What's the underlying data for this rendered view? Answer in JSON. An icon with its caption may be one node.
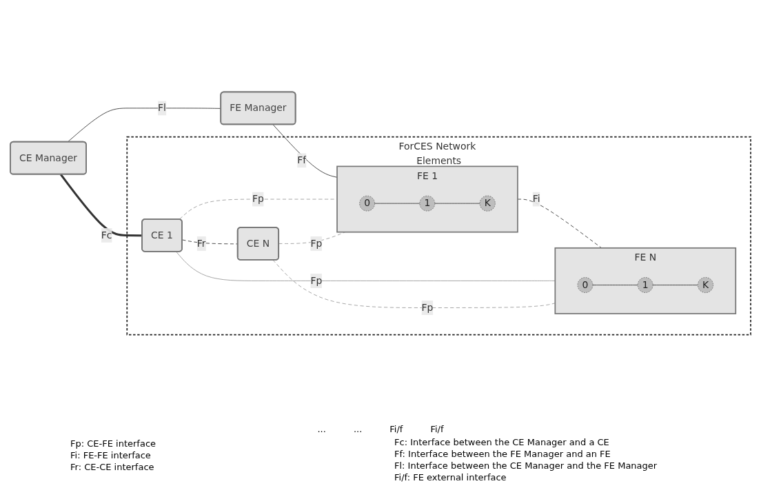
{
  "diagram": {
    "nodes": [
      {
        "text": [
          "ForCES Network Elements"
        ]
      },
      {
        "text": [
          "CE Manager"
        ]
      },
      {
        "text": [
          "FE Manager"
        ]
      },
      {
        "text": [
          "CE 1"
        ],
        "in": 0
      },
      {
        "text": [
          "CE N"
        ],
        "in": 0
      },
      {
        "text": [
          "FE 1"
        ],
        "in": 0
      },
      {
        "text": [
          "FE N"
        ],
        "in": 0
      },
      {
        "text": [
          "0"
        ],
        "in": 5
      },
      {
        "text": [
          "1"
        ],
        "in": 5
      },
      {
        "text": [
          "K"
        ],
        "in": 5
      },
      {
        "text": [
          "0"
        ],
        "in": 6
      },
      {
        "text": [
          "1"
        ],
        "in": 6
      },
      {
        "text": [
          "K"
        ],
        "in": 6
      }
    ],
    "edges": [
      {
        "from": 1,
        "to": 3,
        "arrow": "none",
        "label": "Fc",
        "style": "thick"
      },
      {
        "from": 1,
        "to": 2,
        "arrow": "none",
        "label": "Fl"
      },
      {
        "from": 2,
        "to": 5,
        "arrow": "none",
        "label": "Ff"
      },
      {
        "from": 3,
        "to": 4,
        "arrow": "none",
        "label": "Fr",
        "style": "dashed"
      },
      {
        "from": 5,
        "to": 6,
        "arrow": "none",
        "label": "Fi",
        "style": "dashed"
      },
      {
        "from": 3,
        "to": 5,
        "arrow": "none",
        "label": "Fp",
        "style": "dashed",
        "color": "#999999"
      },
      {
        "from": 3,
        "to": 6,
        "arrow": "none",
        "label": "Fp",
        "color": "#999999"
      },
      {
        "from": 4,
        "to": 5,
        "arrow": "none",
        "label": "Fp",
        "style": "dashed",
        "color": "#999999"
      },
      {
        "from": 4,
        "to": 6,
        "arrow": "none",
        "label": "Fp",
        "style": "dashed",
        "color": "#999999"
      },
      {
        "from": 7,
        "to": 8,
        "arrow": "none"
      },
      {
        "from": 8,
        "to": 9,
        "arrow": "none"
      },
      {
        "from": 10,
        "to": 11,
        "arrow": "none"
      },
      {
        "from": 11,
        "to": 12,
        "arrow": "none"
      }
    ],
    "labels": [
      "...",
      "...",
      "Fi/f",
      "Fi/f",
      "Fp: CE-FE interface",
      "Fi: FE-FE interface",
      "Fr: CE-CE interface",
      "Fc: Interface between the CE Manager and a CE",
      "Ff: Interface between the FE Manager and an FE",
      "Fl: Interface between the CE Manager and the FE Manager",
      "Fi/f: FE external interface"
    ]
  }
}
